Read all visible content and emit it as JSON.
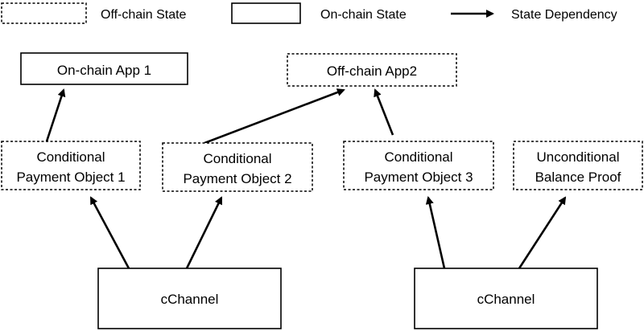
{
  "legend": {
    "offchain_label": "Off-chain State",
    "onchain_label": "On-chain State",
    "dependency_label": "State Dependency"
  },
  "nodes": {
    "onchain_app_1": {
      "lines": [
        "On-chain App 1"
      ],
      "kind": "onchain"
    },
    "offchain_app_2": {
      "lines": [
        "Off-chain App2"
      ],
      "kind": "offchain"
    },
    "cpo_1": {
      "lines": [
        "Conditional",
        "Payment Object 1"
      ],
      "kind": "offchain"
    },
    "cpo_2": {
      "lines": [
        "Conditional",
        "Payment Object 2"
      ],
      "kind": "offchain"
    },
    "cpo_3": {
      "lines": [
        "Conditional",
        "Payment Object 3"
      ],
      "kind": "offchain"
    },
    "ubp": {
      "lines": [
        "Unconditional",
        "Balance Proof"
      ],
      "kind": "offchain"
    },
    "cchannel_left": {
      "lines": [
        "cChannel"
      ],
      "kind": "onchain"
    },
    "cchannel_right": {
      "lines": [
        "cChannel"
      ],
      "kind": "onchain"
    }
  },
  "edges": [
    {
      "from": "cchannel_left",
      "to": "cpo_1"
    },
    {
      "from": "cchannel_left",
      "to": "cpo_2"
    },
    {
      "from": "cchannel_right",
      "to": "cpo_3"
    },
    {
      "from": "cchannel_right",
      "to": "ubp"
    },
    {
      "from": "cpo_1",
      "to": "onchain_app_1"
    },
    {
      "from": "cpo_2",
      "to": "offchain_app_2"
    },
    {
      "from": "cpo_3",
      "to": "offchain_app_2"
    }
  ]
}
